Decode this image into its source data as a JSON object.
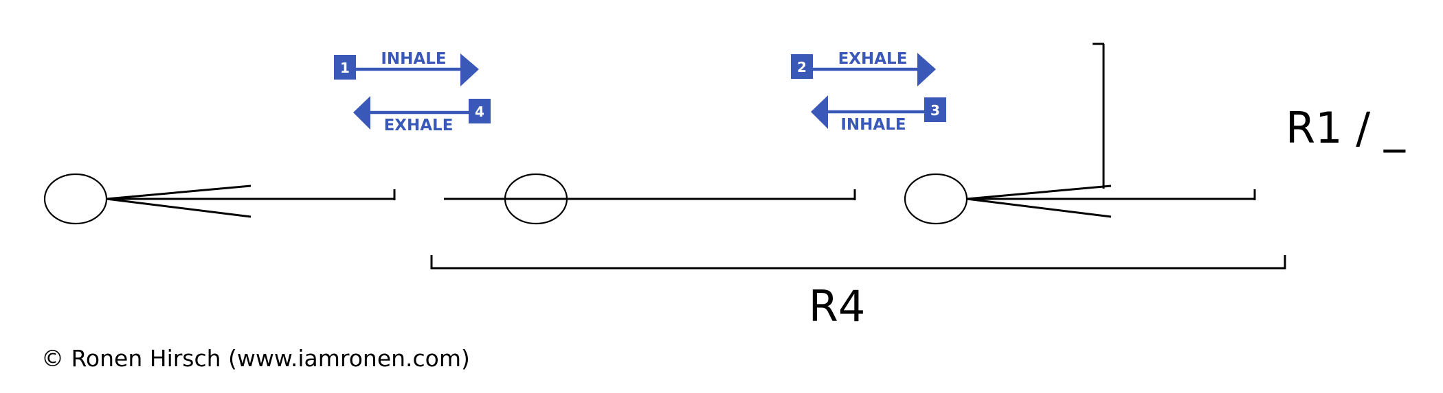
{
  "arrows": [
    {
      "number": "1",
      "label": "INHALE"
    },
    {
      "number": "4",
      "label": "EXHALE"
    },
    {
      "number": "2",
      "label": "EXHALE"
    },
    {
      "number": "3",
      "label": "INHALE"
    }
  ],
  "labels": {
    "r1": "R1 / _",
    "r4": "R4"
  },
  "copyright": "© Ronen Hirsch (www.iamronen.com)",
  "colors": {
    "accent": "#3a58b7",
    "ink": "#000000",
    "background": "#ffffff"
  }
}
